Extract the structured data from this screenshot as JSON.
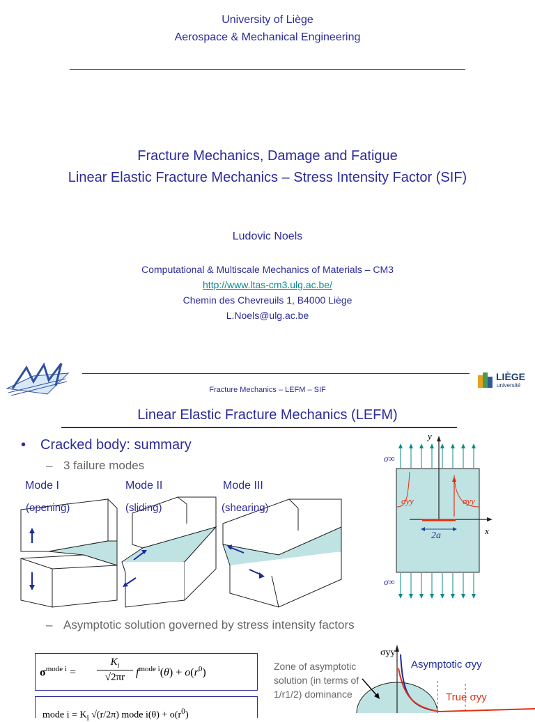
{
  "slide1": {
    "university": "University of Liège",
    "department": "Aerospace & Mechanical Engineering",
    "title_line1": "Fracture Mechanics, Damage and Fatigue",
    "title_line2": "Linear Elastic Fracture Mechanics – Stress Intensity Factor (SIF)",
    "author": "Ludovic Noels",
    "lab": "Computational & Multiscale Mechanics of Materials – CM3",
    "url": "http://www.ltas-cm3.ulg.ac.be/",
    "address": "Chemin des Chevreuils 1, B4000 Liège",
    "email": "L.Noels@ulg.ac.be"
  },
  "slide2": {
    "header": "Fracture Mechanics – LEFM – SIF",
    "logo_text": "LIÈGE",
    "logo_sub": "université",
    "title": "Linear Elastic Fracture Mechanics (LEFM)",
    "bullet_mark": "•",
    "bullet": "Cracked body: summary",
    "dash": "–",
    "sub1": "3 failure modes",
    "modes": [
      {
        "name": "Mode I",
        "desc": "(opening)"
      },
      {
        "name": "Mode II",
        "desc": "(sliding)"
      },
      {
        "name": "Mode III",
        "desc": "(shearing)"
      }
    ],
    "sub2": "Asymptotic solution governed by stress intensity factors",
    "plate": {
      "y_label": "y",
      "x_label": "x",
      "sigma_inf": "σ∞",
      "sigma_yy": "σyy",
      "crack_label": "2a"
    },
    "plot": {
      "axis_label": "σyy",
      "asymptotic": "Asymptotic σyy",
      "true": "True σyy",
      "zone_line1": "Zone of asymptotic",
      "zone_line2": "solution (in terms of",
      "zone_line3": "1/r1/2) dominance"
    },
    "colors": {
      "title_blue": "#2b2b9b",
      "teal": "#0a8a8a",
      "plate_fill": "#bfe3e3",
      "red": "#e03010"
    }
  }
}
